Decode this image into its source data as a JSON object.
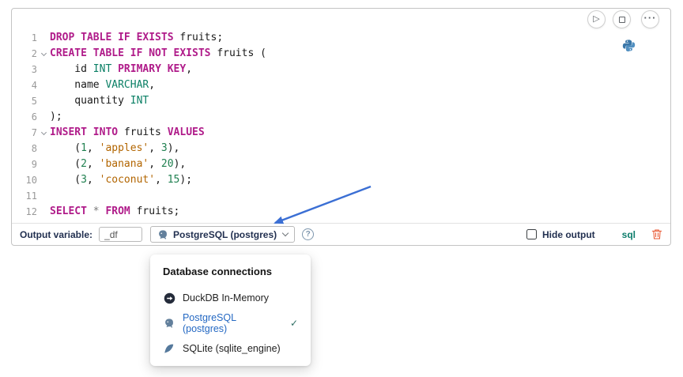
{
  "colors": {
    "kw": "#b01c8a",
    "type": "#0c8066",
    "str": "#b26500",
    "num": "#208050",
    "op": "#7a7a7a",
    "plain": "#1a1a1a",
    "gutter": "#999999",
    "label": "#223050",
    "accent_blue": "#3b6fd4",
    "selected_blue": "#2569c3",
    "lang_teal": "#0d7d6c",
    "danger": "#e8552f"
  },
  "icons": {
    "play": "▷",
    "more": "···",
    "help": "?",
    "check": "✓"
  },
  "cell": {
    "toolbar_buttons": [
      "run",
      "interrupt",
      "more-actions"
    ],
    "kernel_icon": "python-icon",
    "code": {
      "lines": [
        {
          "n": 1,
          "fold": false,
          "tokens": [
            [
              "kw",
              "DROP TABLE IF EXISTS"
            ],
            [
              "plain",
              " fruits;"
            ]
          ]
        },
        {
          "n": 2,
          "fold": true,
          "tokens": [
            [
              "kw",
              "CREATE TABLE IF NOT EXISTS"
            ],
            [
              "plain",
              " fruits ("
            ]
          ]
        },
        {
          "n": 3,
          "fold": false,
          "tokens": [
            [
              "plain",
              "    id "
            ],
            [
              "type",
              "INT"
            ],
            [
              "plain",
              " "
            ],
            [
              "kw",
              "PRIMARY KEY"
            ],
            [
              "plain",
              ","
            ]
          ]
        },
        {
          "n": 4,
          "fold": false,
          "tokens": [
            [
              "plain",
              "    name "
            ],
            [
              "type",
              "VARCHAR"
            ],
            [
              "plain",
              ","
            ]
          ]
        },
        {
          "n": 5,
          "fold": false,
          "tokens": [
            [
              "plain",
              "    quantity "
            ],
            [
              "type",
              "INT"
            ]
          ]
        },
        {
          "n": 6,
          "fold": false,
          "tokens": [
            [
              "plain",
              ");"
            ]
          ]
        },
        {
          "n": 7,
          "fold": true,
          "tokens": [
            [
              "kw",
              "INSERT INTO"
            ],
            [
              "plain",
              " fruits "
            ],
            [
              "kw",
              "VALUES"
            ]
          ]
        },
        {
          "n": 8,
          "fold": false,
          "tokens": [
            [
              "plain",
              "    ("
            ],
            [
              "num",
              "1"
            ],
            [
              "plain",
              ", "
            ],
            [
              "str",
              "'apples'"
            ],
            [
              "plain",
              ", "
            ],
            [
              "num",
              "3"
            ],
            [
              "plain",
              "),"
            ]
          ]
        },
        {
          "n": 9,
          "fold": false,
          "tokens": [
            [
              "plain",
              "    ("
            ],
            [
              "num",
              "2"
            ],
            [
              "plain",
              ", "
            ],
            [
              "str",
              "'banana'"
            ],
            [
              "plain",
              ", "
            ],
            [
              "num",
              "20"
            ],
            [
              "plain",
              "),"
            ]
          ]
        },
        {
          "n": 10,
          "fold": false,
          "tokens": [
            [
              "plain",
              "    ("
            ],
            [
              "num",
              "3"
            ],
            [
              "plain",
              ", "
            ],
            [
              "str",
              "'coconut'"
            ],
            [
              "plain",
              ", "
            ],
            [
              "num",
              "15"
            ],
            [
              "plain",
              ");"
            ]
          ]
        },
        {
          "n": 11,
          "fold": false,
          "tokens": []
        },
        {
          "n": 12,
          "fold": false,
          "tokens": [
            [
              "kw",
              "SELECT"
            ],
            [
              "plain",
              " "
            ],
            [
              "op",
              "*"
            ],
            [
              "plain",
              " "
            ],
            [
              "kw",
              "FROM"
            ],
            [
              "plain",
              " fruits;"
            ]
          ]
        }
      ]
    },
    "footer": {
      "output_variable_label": "Output variable:",
      "output_variable_value": "_df",
      "connection_label": "PostgreSQL (postgres)",
      "hide_output_label": "Hide output",
      "hide_output_checked": false,
      "language_label": "sql"
    }
  },
  "connection_menu": {
    "title": "Database connections",
    "items": [
      {
        "label": "DuckDB In-Memory",
        "icon": "duckdb-icon",
        "selected": false
      },
      {
        "label": "PostgreSQL (postgres)",
        "icon": "postgresql-icon",
        "selected": true
      },
      {
        "label": "SQLite (sqlite_engine)",
        "icon": "sqlite-icon",
        "selected": false
      }
    ]
  },
  "annotation": {
    "type": "arrow",
    "color": "#3b6fd4"
  }
}
